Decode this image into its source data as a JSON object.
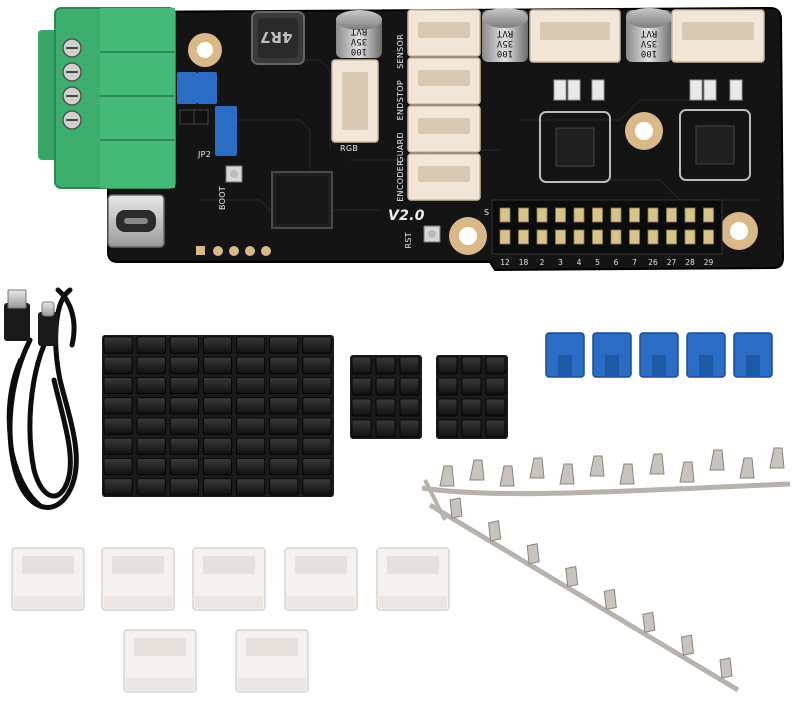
{
  "board": {
    "inductor_label": "4R7",
    "version_label": "V2.0",
    "silk_labels": {
      "sensor": "SENSOR",
      "endstop": "ENDSTOP",
      "guard": "GUARD",
      "encoder": "ENCODER",
      "rgb": "RGB",
      "boot": "BOOT",
      "jp2": "JP2",
      "rst": "RST",
      "s": "S"
    },
    "capacitor": {
      "value": "100",
      "voltage": "35V",
      "brand": "RVT"
    },
    "gpio_numbers": [
      "12",
      "18",
      "2",
      "3",
      "4",
      "5",
      "6",
      "7",
      "26",
      "27",
      "28",
      "29"
    ]
  },
  "colors": {
    "pcb": "#141414",
    "terminal_block": "#3dae6e",
    "jumper": "#2b6cc4",
    "connector": "#f2e6d8",
    "heatsink": "#1b1b1b",
    "pin_metal": "#b8b2ac"
  }
}
